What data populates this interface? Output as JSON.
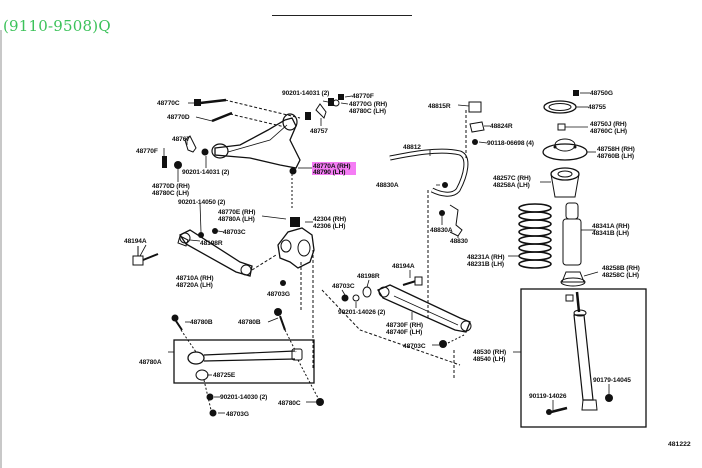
{
  "title": "(9110-9508)Q",
  "figure_code": "481222",
  "highlight_color": "#f57cf5",
  "title_color": "#3cc25a",
  "labels": {
    "p48770C": "48770C",
    "p48770D": "48770D",
    "p90201_14031_top": "90201-14031 (2)",
    "p48770F_top": "48770F",
    "p48770G": "48770G (RH)",
    "p48780C": "48780C (LH)",
    "p48757_top": "48757",
    "p48757_left": "48767",
    "p48770F_left": "48770F",
    "p90201_14031_mid": "90201-14031 (2)",
    "p48770D_rh": "48770D (RH)",
    "p48780C_lh": "48780C (LH)",
    "p90201_14050": "90201-14050 (2)",
    "p48770A_rh": "48770A (RH)",
    "p48790_lh": "48790 (LH)",
    "p48770E_rh": "48770E (RH)",
    "p48780A_lh": "48780A (LH)",
    "p48703C_a": "48703C",
    "p48194A_left": "48194A",
    "p48198R_left": "48198R",
    "p42304_rh": "42304 (RH)",
    "p42306_lh": "42306 (LH)",
    "p48710A_rh": "48710A (RH)",
    "p48720A_lh": "48720A (LH)",
    "p48703G_b": "48703G",
    "p48815R": "48815R",
    "p48824R": "48824R",
    "p90118": "90118-06698 (4)",
    "p48812": "48812",
    "p48830A_top": "48830A",
    "p48830A_bot": "48830A",
    "p48830": "48830",
    "p48750G": "48750G",
    "p48755": "48755",
    "p48750J_rh": "48750J (RH)",
    "p48760C_lh": "48760C (LH)",
    "p48758H_rh": "48758H (RH)",
    "p48760B_lh": "48760B (LH)",
    "p48257C_rh": "48257C (RH)",
    "p48258A_lh": "48258A (LH)",
    "p48341A_rh": "48341A (RH)",
    "p48341B_lh": "48341B (LH)",
    "p48231A_rh": "48231A (RH)",
    "p48231B_lh": "48231B (LH)",
    "p48258B_rh": "48258B (RH)",
    "p48258C_lh": "48258C (LH)",
    "p48194A_mid": "48194A",
    "p48198R_mid": "48198R",
    "p48703C_mid": "48703C",
    "p90201_14026": "90201-14026 (2)",
    "p48730F_rh": "48730F (RH)",
    "p48740F_lh": "48740F (LH)",
    "p48703C_low": "48703C",
    "p48530_rh": "48530 (RH)",
    "p48540_lh": "48540 (LH)",
    "p90119_14026": "90119-14026",
    "p90179_14045": "90179-14045",
    "p48780B_left": "48780B",
    "p48780B_right": "48780B",
    "p48780A": "48780A",
    "p48725E": "48725E",
    "p90201_14030": "90201-14030 (2)",
    "p48780C_bot": "48780C",
    "p48703G_bot": "48703G"
  }
}
